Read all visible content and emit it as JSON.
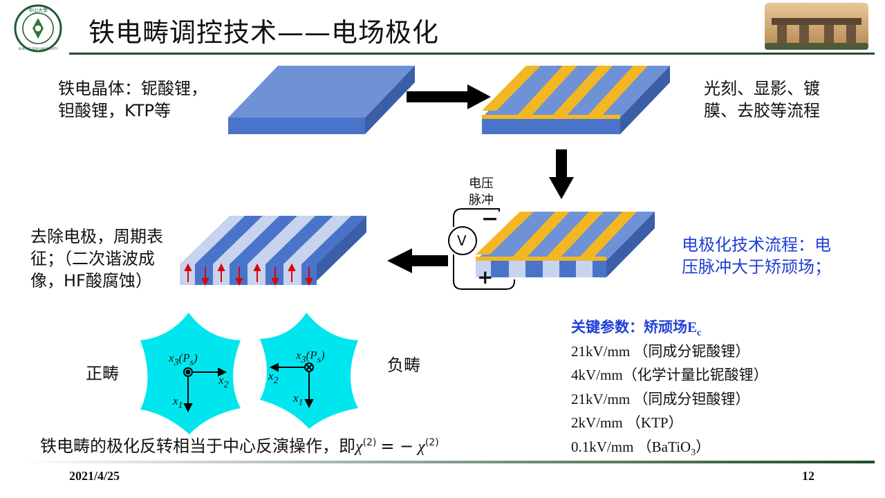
{
  "header": {
    "title": "铁电畴调控技术——电场极化"
  },
  "logo": {
    "text_inner": "中山大學",
    "text_ring": "SUN YAT-SEN UNIVERSITY"
  },
  "texts": {
    "crystal_desc_1": "铁电晶体：铌酸锂，",
    "crystal_desc_2": "钽酸锂，KTP等",
    "litho_desc_1": "光刻、显影、镀",
    "litho_desc_2": "膜、去胶等流程",
    "remove_desc_1": "去除电极，周期表",
    "remove_desc_2": "征；（二次谐波成",
    "remove_desc_3": "像，HF酸腐蚀）",
    "pulse_label_1": "电压",
    "pulse_label_2": "脉冲",
    "voltmeter": "V",
    "minus": "−",
    "plus": "+",
    "process_desc_1": "电极化技术流程：电",
    "process_desc_2": "压脉冲大于矫顽场；",
    "positive_domain": "正畴",
    "negative_domain": "负畴",
    "bottom_note": "铁电畴的极化反转相当于中心反演操作，即",
    "chi_left": "χ",
    "chi_right": "χ",
    "chi_sup": "(2)",
    "chi_eq": "= −"
  },
  "domain_axes": {
    "x3": "x",
    "x3_sub": "3",
    "ps": "(P",
    "ps_sub": "s",
    "ps_close": ")",
    "x1": "x",
    "x1_sub": "1",
    "x2": "x",
    "x2_sub": "2"
  },
  "params": {
    "heading": "关键参数：矫顽场E",
    "heading_sub": "c",
    "items": [
      "21kV/mm （同成分铌酸锂）",
      "4kV/mm（化学计量比铌酸锂）",
      "21kV/mm （同成分钽酸锂）",
      "2kV/mm （KTP）"
    ],
    "last_prefix": "0.1kV/mm （BaTiO",
    "last_sub": "3",
    "last_suffix": "）"
  },
  "footer": {
    "date": "2021/4/25",
    "page": "12"
  },
  "colors": {
    "slab_top": "#6f92d6",
    "slab_front": "#4a74c9",
    "slab_side": "#3a5ea8",
    "electrode": "#f2b722",
    "domain_light": "#c7d3ef",
    "hexagon": "#00e6ee",
    "accent_blue": "#1f3fd6",
    "rule_green": "#1e4d2b"
  }
}
